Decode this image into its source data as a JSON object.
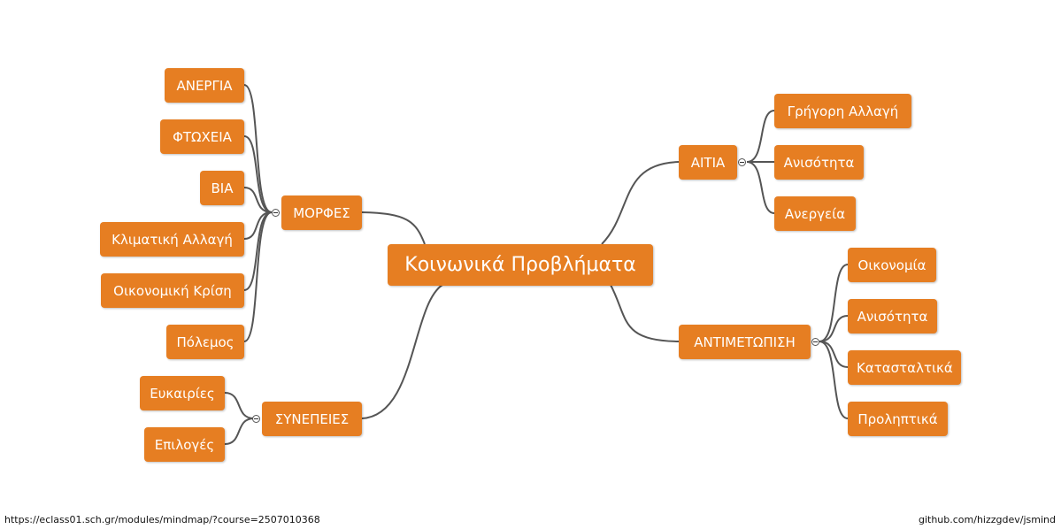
{
  "mindmap": {
    "root": "Κοινωνικά Προβλήματα",
    "branches": {
      "morfes": {
        "label": "ΜΟΡΦΕΣ",
        "children": [
          "ΑΝΕΡΓΙΑ",
          "ΦΤΩΧΕΙΑ",
          "ΒΙΑ",
          "Κλιματική Αλλαγή",
          "Οικονομική Κρίση",
          "Πόλεμος"
        ]
      },
      "synepeies": {
        "label": "ΣΥΝΕΠΕΙΕΣ",
        "children": [
          "Ευκαιρίες",
          "Επιλογές"
        ]
      },
      "aitia": {
        "label": "ΑΙΤΙΑ",
        "children": [
          "Γρήγορη Αλλαγή",
          "Ανισότητα",
          "Ανεργεία"
        ]
      },
      "antimetopisi": {
        "label": "ΑΝΤΙΜΕΤΩΠΙΣΗ",
        "children": [
          "Οικονομία",
          "Ανισότητα",
          "Κατασταλτικά",
          "Προληπτικά"
        ]
      }
    }
  },
  "footer": {
    "url": "https://eclass01.sch.gr/modules/mindmap/?course=2507010368",
    "credit": "github.com/hizzgdev/jsmind"
  },
  "colors": {
    "node": "#e67e22",
    "line": "#555555",
    "text": "#ffffff"
  }
}
